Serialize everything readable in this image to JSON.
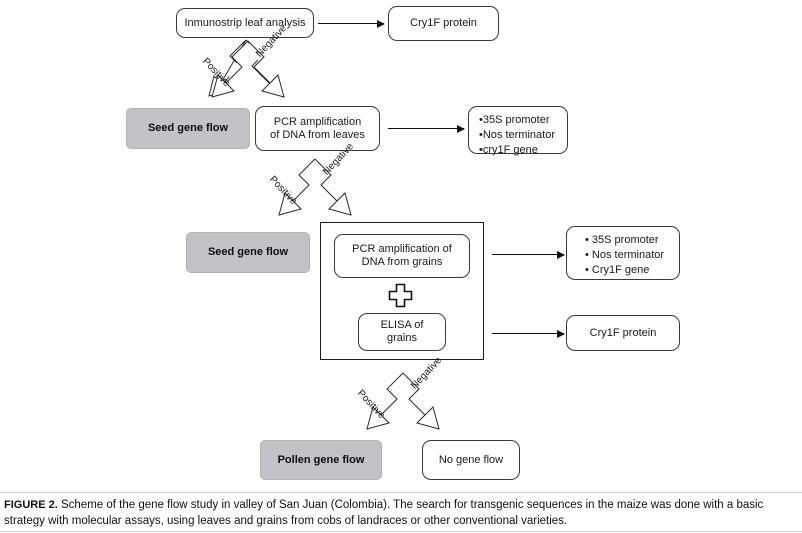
{
  "figure": {
    "nodes": {
      "immunostrip": "Inmunostrip leaf analysis",
      "cry1f_protein_top": "Cry1F protein",
      "seed_gene_flow_1": "Seed gene flow",
      "pcr_leaves": "PCR amplification\nof DNA from leaves",
      "seed_gene_flow_2": "Seed gene flow",
      "pcr_grains": "PCR amplification of\nDNA from grains",
      "elisa_grains": "ELISA of\ngrains",
      "cry1f_protein_bottom": "Cry1F protein",
      "pollen_gene_flow": "Pollen gene flow",
      "no_gene_flow": "No gene flow"
    },
    "bullet_box_leaves": {
      "items": [
        "35S promoter",
        "Nos terminator",
        "cry1F gene"
      ],
      "bullet": "•"
    },
    "bullet_box_grains": {
      "items": [
        "35S  promoter",
        "Nos terminator",
        "Cry1F gene"
      ],
      "bullet": "•"
    },
    "branches": {
      "positive": "Positive",
      "negative": "Negative"
    },
    "combine_icon": "plus-cross-icon",
    "colors": {
      "gray_box_fill": "#c3c3c7",
      "outline": "#3a3a3a",
      "arrow": "#111111",
      "text": "#1a1a1a"
    }
  },
  "caption": {
    "label": "FIGURE 2.",
    "text": " Scheme of the gene flow study in valley of San Juan (Colombia). The search for transgenic sequences in the maize was done with a basic strategy with molecular assays, using leaves and grains from cobs of landraces or other conventional varieties."
  }
}
